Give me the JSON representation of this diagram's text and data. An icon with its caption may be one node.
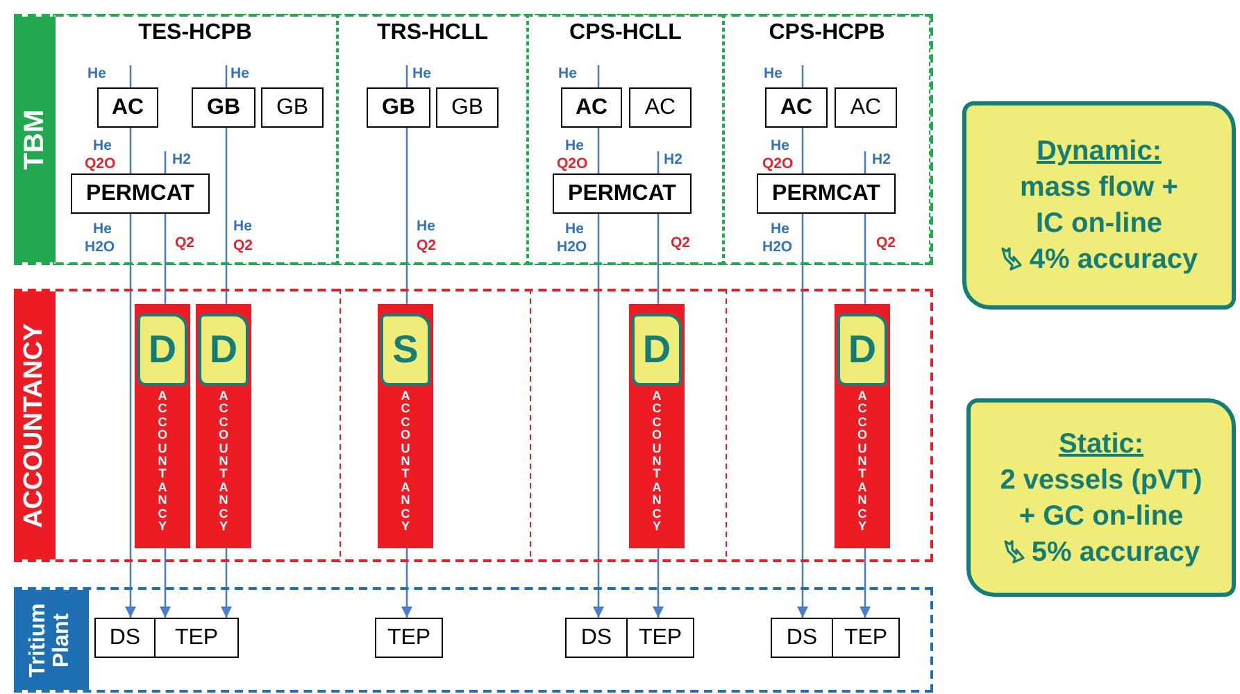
{
  "diagram": {
    "nodes": [
      {
        "text": [
          "TBM"
        ]
      },
      {
        "text": [
          "TES-HCPB"
        ],
        "in": 0
      },
      {
        "text": [
          "AC"
        ],
        "in": 1
      },
      {
        "text": [
          "GB"
        ],
        "in": 1
      },
      {
        "text": [
          "GB"
        ],
        "in": 1
      },
      {
        "text": [
          "PERMCAT"
        ],
        "in": 1
      },
      {
        "text": [
          "TRS-HCLL"
        ],
        "in": 0
      },
      {
        "text": [
          "GB"
        ],
        "in": 6
      },
      {
        "text": [
          "GB"
        ],
        "in": 6
      },
      {
        "text": [
          "CPS-HCLL"
        ],
        "in": 0
      },
      {
        "text": [
          "AC"
        ],
        "in": 9
      },
      {
        "text": [
          "AC"
        ],
        "in": 9
      },
      {
        "text": [
          "PERMCAT"
        ],
        "in": 9
      },
      {
        "text": [
          "CPS-HCPB"
        ],
        "in": 0
      },
      {
        "text": [
          "AC"
        ],
        "in": 13
      },
      {
        "text": [
          "AC"
        ],
        "in": 13
      },
      {
        "text": [
          "PERMCAT"
        ],
        "in": 13
      },
      {
        "text": [
          "ACCOUNTANCY"
        ]
      },
      {
        "text": [
          "ACCOUNTANCY"
        ],
        "in": 17
      },
      {
        "text": [
          "D"
        ],
        "in": 18
      },
      {
        "text": [
          "ACCOUNTANCY"
        ],
        "in": 17
      },
      {
        "text": [
          "D"
        ],
        "in": 20
      },
      {
        "text": [
          "ACCOUNTANCY"
        ],
        "in": 17
      },
      {
        "text": [
          "S"
        ],
        "in": 22
      },
      {
        "text": [
          "ACCOUNTANCY"
        ],
        "in": 17
      },
      {
        "text": [
          "D"
        ],
        "in": 24
      },
      {
        "text": [
          "ACCOUNTANCY"
        ],
        "in": 17
      },
      {
        "text": [
          "D"
        ],
        "in": 26
      },
      {
        "text": [
          "Tritium Plant"
        ]
      },
      {
        "text": [
          "DS"
        ],
        "in": 28
      },
      {
        "text": [
          "TEP"
        ],
        "in": 28
      },
      {
        "text": [
          "TEP"
        ],
        "in": 28
      },
      {
        "text": [
          "DS"
        ],
        "in": 28
      },
      {
        "text": [
          "TEP"
        ],
        "in": 28
      },
      {
        "text": [
          "DS"
        ],
        "in": 28
      },
      {
        "text": [
          "TEP"
        ],
        "in": 28
      },
      {
        "text": [
          "Dynamic:",
          "mass flow + IC on-line",
          "4% accuracy"
        ]
      },
      {
        "text": [
          "Static:",
          "2 vessels (pVT) + GC on-line",
          "5% accuracy"
        ]
      },
      {
        "text": [
          "He"
        ],
        "in": 1
      },
      {
        "text": [
          "H2"
        ],
        "in": 1
      },
      {
        "text": [
          "He"
        ],
        "in": 1
      },
      {
        "text": [
          "He"
        ],
        "in": 6
      },
      {
        "text": [
          "He"
        ],
        "in": 9
      },
      {
        "text": [
          "H2"
        ],
        "in": 9
      },
      {
        "text": [
          "He"
        ],
        "in": 13
      },
      {
        "text": [
          "H2"
        ],
        "in": 13
      }
    ],
    "edges": [
      {
        "from": 38,
        "to": 2,
        "arrow": "none"
      },
      {
        "from": 2,
        "to": 5,
        "arrow": "none"
      },
      {
        "from": 39,
        "to": 5,
        "arrow": "none"
      },
      {
        "from": 5,
        "to": 29,
        "arrow": "to"
      },
      {
        "from": 5,
        "to": 18,
        "arrow": "none"
      },
      {
        "from": 18,
        "to": 30,
        "arrow": "to"
      },
      {
        "from": 40,
        "to": 3,
        "arrow": "none"
      },
      {
        "from": 3,
        "to": 20,
        "arrow": "none"
      },
      {
        "from": 20,
        "to": 30,
        "arrow": "to"
      },
      {
        "from": 41,
        "to": 7,
        "arrow": "none"
      },
      {
        "from": 7,
        "to": 22,
        "arrow": "none"
      },
      {
        "from": 22,
        "to": 31,
        "arrow": "to"
      },
      {
        "from": 42,
        "to": 10,
        "arrow": "none"
      },
      {
        "from": 10,
        "to": 12,
        "arrow": "none"
      },
      {
        "from": 43,
        "to": 12,
        "arrow": "none"
      },
      {
        "from": 12,
        "to": 32,
        "arrow": "to"
      },
      {
        "from": 12,
        "to": 24,
        "arrow": "none"
      },
      {
        "from": 24,
        "to": 33,
        "arrow": "to"
      },
      {
        "from": 44,
        "to": 14,
        "arrow": "none"
      },
      {
        "from": 14,
        "to": 16,
        "arrow": "none"
      },
      {
        "from": 45,
        "to": 16,
        "arrow": "none"
      },
      {
        "from": 16,
        "to": 34,
        "arrow": "to"
      },
      {
        "from": 16,
        "to": 26,
        "arrow": "none"
      },
      {
        "from": 26,
        "to": 35,
        "arrow": "to"
      }
    ],
    "labels": [
      "He",
      "Q2O",
      "He",
      "H2O",
      "Q2",
      "He",
      "Q2",
      "He",
      "Q2",
      "He",
      "Q2O",
      "He",
      "H2O",
      "Q2",
      "He",
      "Q2O",
      "He",
      "H2O",
      "Q2"
    ]
  }
}
